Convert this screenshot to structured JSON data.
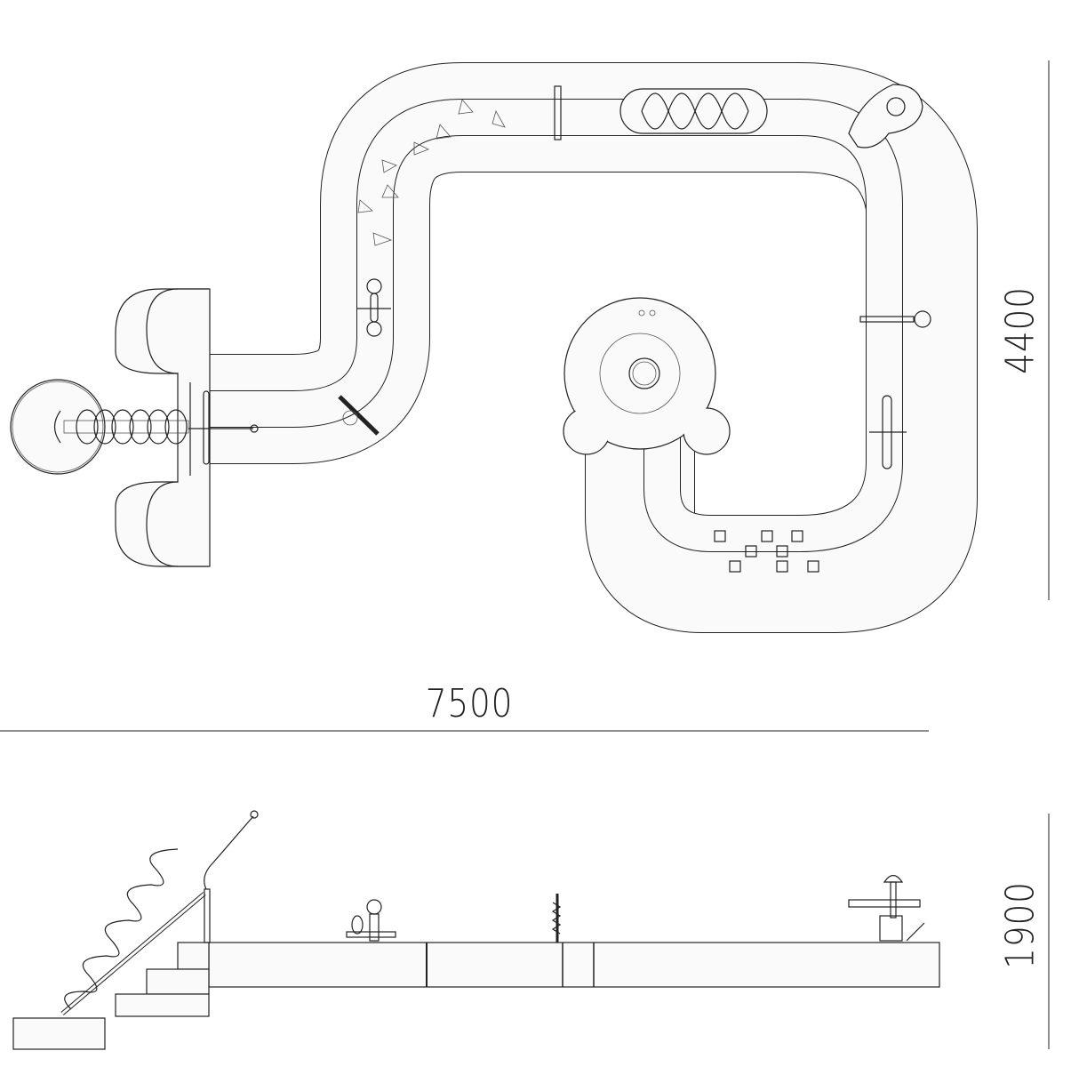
{
  "dimensions": {
    "plan_width": "7500",
    "plan_depth": "4400",
    "elevation_height": "1900"
  },
  "colors": {
    "line": "#222222",
    "fill": "#fafafa",
    "background": "#ffffff"
  }
}
